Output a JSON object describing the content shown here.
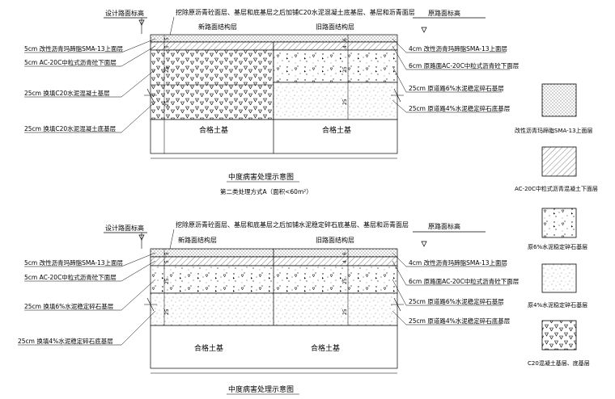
{
  "colors": {
    "ink": "#000000",
    "paper": "#ffffff"
  },
  "section_a": {
    "design_elev_label": "设计路面标高",
    "top_note": "挖除原沥青砼面层、基层和底基层之后加铺C20水泥混凝土底基层、基层和沥青面层",
    "orig_elev_label": "原路面标高",
    "new_structure_label": "新路面结构层",
    "old_structure_label": "旧路面结构层",
    "dims_left": [
      "5",
      "5",
      "25",
      "25"
    ],
    "dims_right": [
      "6",
      "4",
      "25",
      "25"
    ],
    "callouts_left": [
      "5cm 改性沥青玛蹄脂SMA-13上面层",
      "5cm AC-20C中粒式沥青砼下面层",
      "25cm 换填C20水泥混凝土基层",
      "25cm 换填C20水泥混凝土底基层"
    ],
    "callouts_right": [
      "4cm 改性沥青玛蹄脂SMA-13上面层",
      "6cm 原路面AC-20C中粒式沥青砼下面层",
      "25cm 原道路6%水泥稳定碎石基层",
      "25cm 原道路4%水泥稳定碎石底基层"
    ],
    "subgrade_left": "合格土基",
    "subgrade_right": "合格土基",
    "title": "中度病害处理示意图",
    "subtitle": "第二类处理方式A（面积<60m²）"
  },
  "section_b": {
    "design_elev_label": "设计路面标高",
    "top_note": "挖除原沥青砼面层、基层和底基层之后加铺水泥稳定碎石底基层、基层和沥青面层",
    "orig_elev_label": "原路面标高",
    "new_structure_label": "新路面结构层",
    "old_structure_label": "旧路面结构层",
    "dims_left": [
      "5",
      "5",
      "25",
      "25"
    ],
    "dims_right": [
      "6",
      "4",
      "25",
      "25"
    ],
    "callouts_left": [
      "5cm 改性沥青玛蹄脂SMA-13上面层",
      "5cm AC-20C中粒式沥青砼下面层",
      "25cm 换填6%水泥稳定碎石基层",
      "25cm 换填4%水泥稳定碎石底基层"
    ],
    "callouts_right": [
      "4cm 改性沥青玛蹄脂SMA-13上面层",
      "6cm 原路面AC-20C中粒式沥青砼下面层",
      "25cm 原道路6%水泥稳定碎石基层",
      "25cm 原道路4%水泥稳定碎石底基层"
    ],
    "subgrade_left": "合格土基",
    "subgrade_right": "合格土基",
    "title": "中度病害处理示意图"
  },
  "legend": [
    {
      "label": "改性沥青玛蹄脂SMA-13上面层",
      "pattern": "dots"
    },
    {
      "label": "AC-20C中粒式沥青混凝土下面层",
      "pattern": "hatch"
    },
    {
      "label": "原6%水泥稳定碎石基层",
      "pattern": "aggregate"
    },
    {
      "label": "原4%水泥稳定碎石基层",
      "pattern": "fine-dots"
    },
    {
      "label": "C20混凝土基层、底基层",
      "pattern": "triangles"
    }
  ]
}
